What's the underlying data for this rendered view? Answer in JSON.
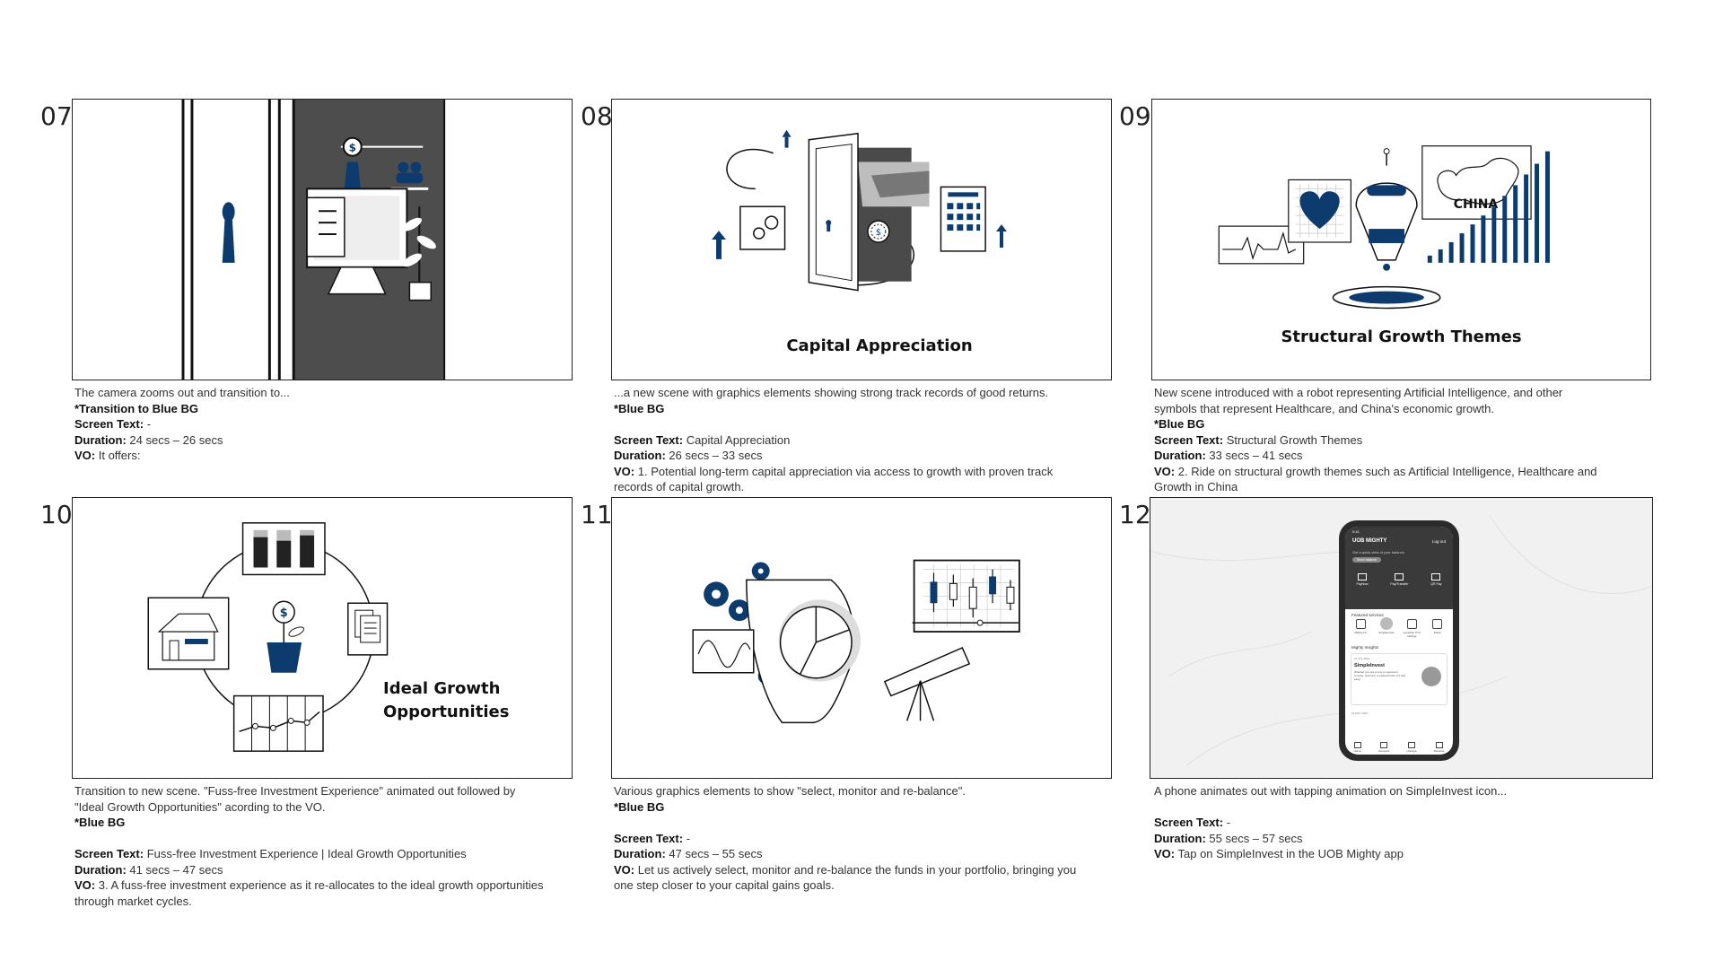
{
  "colors": {
    "navy": "#0d3b6e",
    "dark_gray": "#4a4a4a",
    "line": "#222222"
  },
  "panels": [
    {
      "number": "07",
      "screen_title": "",
      "lines": [
        {
          "label": "",
          "text": "The camera zooms out and transition to..."
        },
        {
          "label": "*Transition to Blue BG",
          "text": ""
        },
        {
          "label": "Screen Text:",
          "text": " -"
        },
        {
          "label": "Duration:",
          "text": " 24 secs – 26 secs"
        },
        {
          "label": "VO:",
          "text": " It offers:"
        }
      ]
    },
    {
      "number": "08",
      "screen_title": "Capital Appreciation",
      "lines": [
        {
          "label": "",
          "text": "...a new scene with graphics elements showing strong track records of good returns."
        },
        {
          "label": "*Blue BG",
          "text": ""
        },
        {
          "label": "",
          "text": ""
        },
        {
          "label": "Screen Text:",
          "text": " Capital Appreciation"
        },
        {
          "label": "Duration:",
          "text": " 26 secs – 33 secs"
        },
        {
          "label": "VO:",
          "text": " 1. Potential long-term capital appreciation via access to growth with proven track"
        },
        {
          "label": "",
          "text": "records of capital growth."
        }
      ]
    },
    {
      "number": "09",
      "screen_title": "Structural Growth Themes",
      "map_label": "CHINA",
      "lines": [
        {
          "label": "",
          "text": "New scene introduced with a robot representing Artificial Intelligence, and other"
        },
        {
          "label": "",
          "text": "symbols that represent Healthcare, and China's economic growth."
        },
        {
          "label": "*Blue BG",
          "text": ""
        },
        {
          "label": "Screen Text:",
          "text": " Structural Growth Themes"
        },
        {
          "label": "Duration:",
          "text": " 33 secs – 41 secs"
        },
        {
          "label": "VO:",
          "text": " 2. Ride on structural growth themes such as Artificial Intelligence, Healthcare and"
        },
        {
          "label": "",
          "text": "Growth in China"
        }
      ]
    },
    {
      "number": "10",
      "screen_title_line1": "Ideal Growth",
      "screen_title_line2": "Opportunities",
      "lines": [
        {
          "label": "",
          "text": "Transition to new scene. \"Fuss-free Investment Experience\" animated out followed by"
        },
        {
          "label": "",
          "text": "\"Ideal Growth Opportunities\" acording to the VO."
        },
        {
          "label": "*Blue BG",
          "text": ""
        },
        {
          "label": "",
          "text": ""
        },
        {
          "label": "Screen Text:",
          "text": " Fuss-free Investment Experience | Ideal Growth Opportunities"
        },
        {
          "label": "Duration:",
          "text": " 41 secs – 47 secs"
        },
        {
          "label": "VO:",
          "text": " 3. A fuss-free investment experience as it re-allocates to the ideal growth opportunities"
        },
        {
          "label": "",
          "text": "through market cycles."
        }
      ]
    },
    {
      "number": "11",
      "lines": [
        {
          "label": "",
          "text": "Various graphics elements to show \"select, monitor and re-balance\"."
        },
        {
          "label": "*Blue BG",
          "text": ""
        },
        {
          "label": "",
          "text": ""
        },
        {
          "label": "Screen Text:",
          "text": " -"
        },
        {
          "label": "Duration:",
          "text": " 47 secs – 55 secs"
        },
        {
          "label": "VO:",
          "text": " Let us actively select, monitor and re-balance the funds in your portfolio, bringing you"
        },
        {
          "label": "",
          "text": "one step closer to your capital gains goals."
        }
      ]
    },
    {
      "number": "12",
      "phone": {
        "time": "9:41",
        "brand": "UOB MIGHTY",
        "logout": "Log out",
        "subtitle": "Get a quick view of your balance",
        "pill": "Show balance",
        "actions": [
          "PayNow",
          "Pay/Transfer",
          "QR Pay"
        ],
        "featured": "Featured services",
        "services": [
          "Mighty FX",
          "SimpleInvest",
          "Complete KYC settings",
          "Share"
        ],
        "insights": "Mighty Insights",
        "card_date": "21 JUL 2020",
        "card_title": "SimpleInvest",
        "card_body": "Whether you are a new or seasoned investor, pick from 3 curated funds. It's that easy!",
        "card_date2": "20 MAY 2020",
        "tabs": [
          "Home",
          "Accounts",
          "Lifestyle",
          "Services"
        ]
      },
      "lines": [
        {
          "label": "",
          "text": "A phone animates out with tapping animation on SimpleInvest icon..."
        },
        {
          "label": "",
          "text": ""
        },
        {
          "label": "Screen Text:",
          "text": " -"
        },
        {
          "label": "Duration:",
          "text": " 55 secs – 57 secs"
        },
        {
          "label": "VO:",
          "text": " Tap on SimpleInvest in the UOB Mighty app"
        }
      ]
    }
  ]
}
